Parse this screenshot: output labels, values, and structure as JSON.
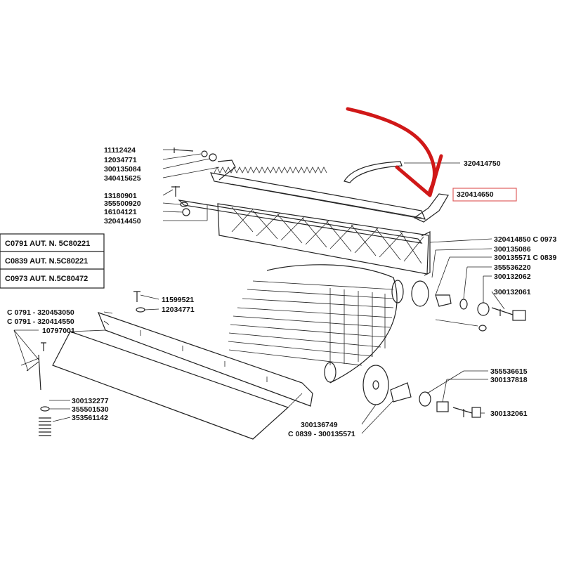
{
  "labels": {
    "p11112424": "11112424",
    "p12034771a": "12034771",
    "p300135084": "300135084",
    "p340415625": "340415625",
    "p13180901": "13180901",
    "p355500920": "355500920",
    "p16104121": "16104121",
    "p320414450": "320414450",
    "p320414750": "320414750",
    "p320414650": "320414650",
    "p320414850": "320414850 C 0973",
    "p300135086": "300135086",
    "p300135571": "300135571 C 0839",
    "p355536220": "355536220",
    "p300132062": "300132062",
    "p300132061a": "300132061",
    "p11599521": "11599521",
    "p12034771b": "12034771",
    "pc0791a": "C 0791 - 320453050",
    "pc0791b": "C 0791 - 320414550",
    "p10797001": "10797001",
    "p300132277": "300132277",
    "p355501530": "355501530",
    "p353561142": "353561142",
    "p355536615": "355536615",
    "p300137818": "300137818",
    "p300132061b": "300132061",
    "p300136749": "300136749",
    "pc0839": "C 0839 - 300135571"
  },
  "serial_boxes": [
    "C0791 AUT. N. 5C80221",
    "C0839 AUT. N.5C80221",
    "C0973 AUT. N.5C80472"
  ],
  "highlight": {
    "arrow_color": "#d01818",
    "box_color": "#e06060"
  }
}
